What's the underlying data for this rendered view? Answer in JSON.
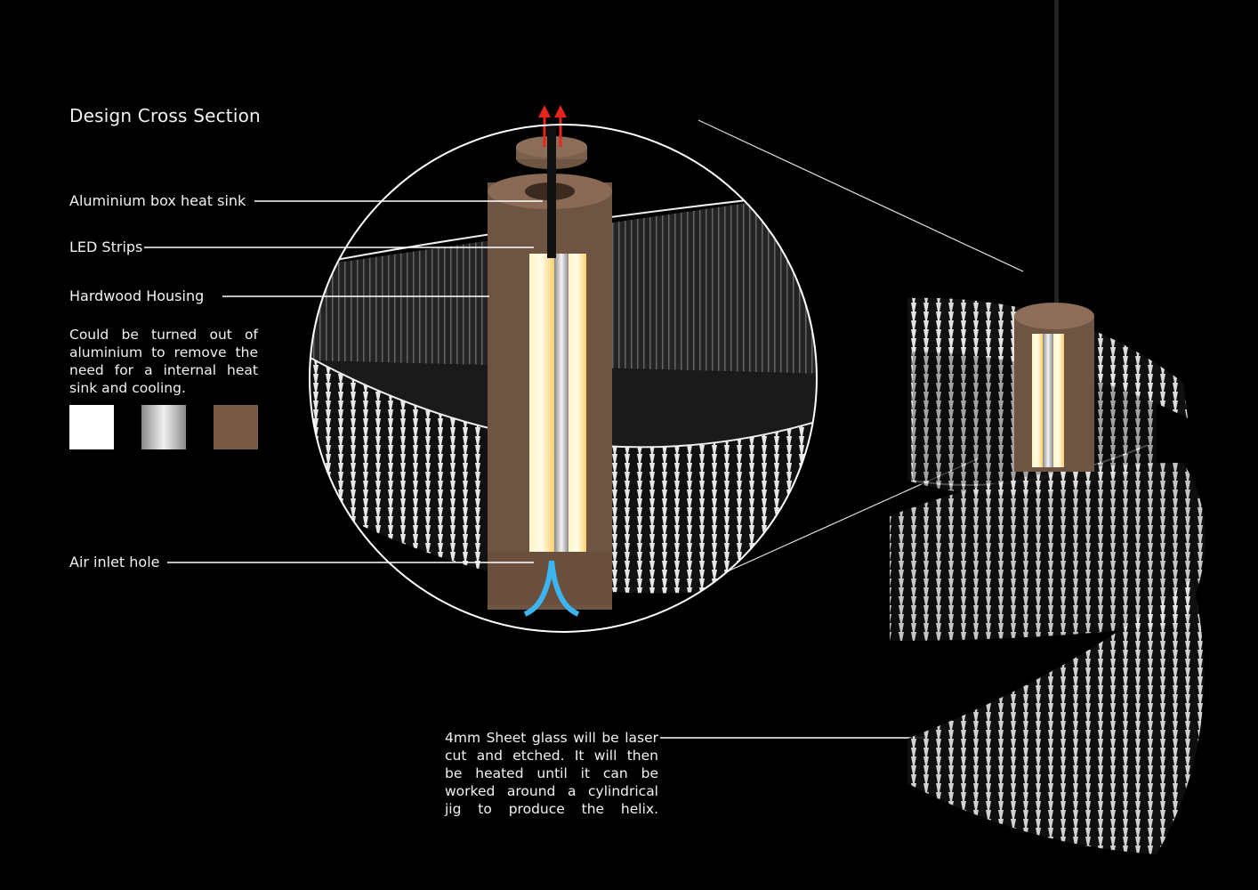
{
  "title": "Design Cross Section",
  "labels": {
    "heat_sink": "Aluminium box heat sink",
    "led_strips": "LED Strips",
    "housing": "Hardwood  Housing",
    "air_inlet": "Air inlet hole"
  },
  "housing_note": [
    "Could be turned out of",
    "aluminium to remove the",
    "need for  a internal heat",
    "sink and cooling."
  ],
  "glass_note": [
    "4mm Sheet glass will be laser",
    "cut and etched. It will then",
    "be heated until it can be",
    "worked around a cylindrical",
    "jig to produce the helix."
  ],
  "material_swatches": [
    {
      "name": "white",
      "color": "#ffffff"
    },
    {
      "name": "aluminium",
      "color": "#b8b8b8"
    },
    {
      "name": "hardwood",
      "color": "#7a5a45"
    }
  ],
  "colors": {
    "background": "#000000",
    "wood": "#6e5442",
    "led": "#ffd36b",
    "hot_air": "#e8241c",
    "cool_air": "#3bb4f0"
  }
}
